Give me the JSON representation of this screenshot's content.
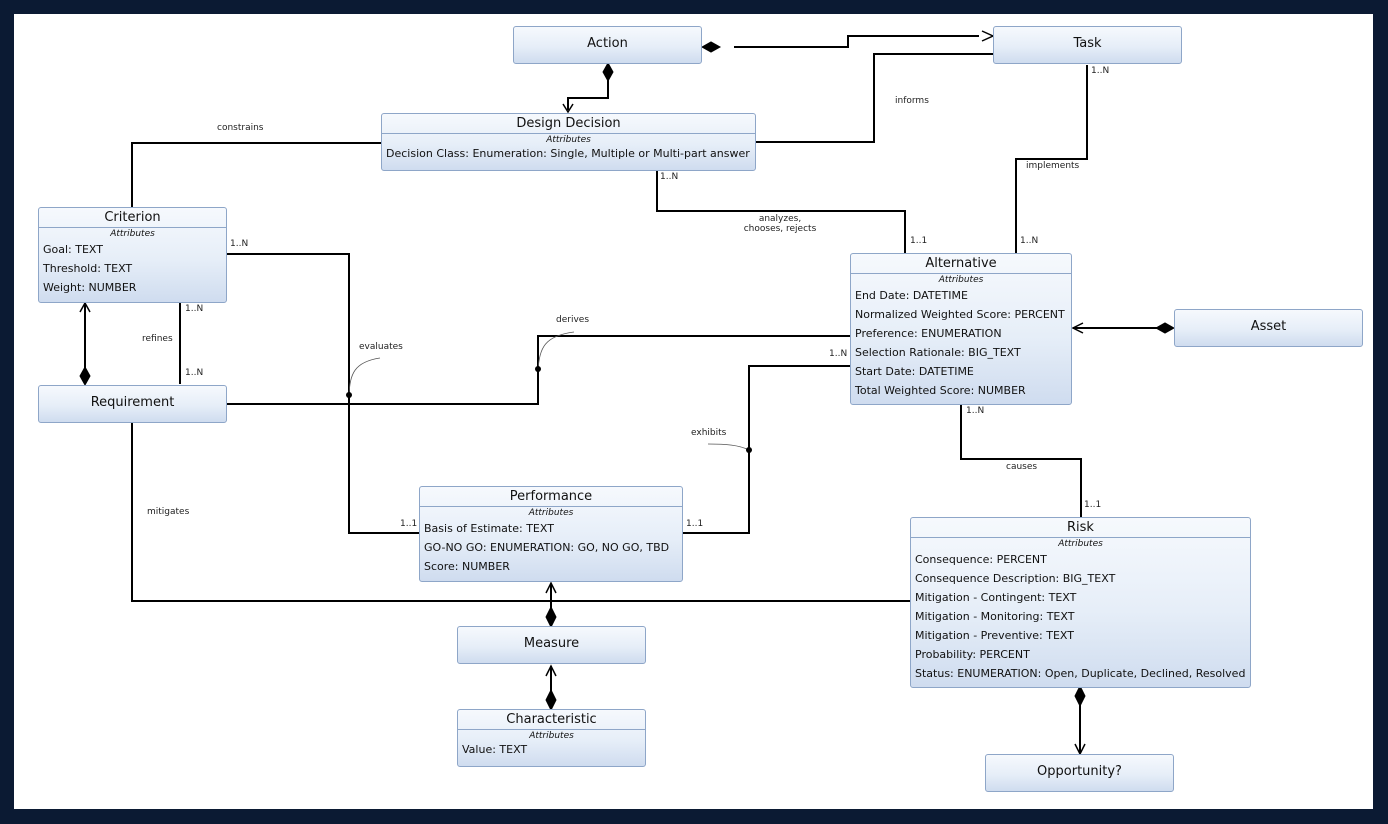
{
  "entities": {
    "action": {
      "name": "Action"
    },
    "task": {
      "name": "Task"
    },
    "design_decision": {
      "name": "Design Decision",
      "attr_header": "Attributes",
      "attrs": [
        "Decision Class: Enumeration: Single, Multiple or Multi-part answer"
      ]
    },
    "criterion": {
      "name": "Criterion",
      "attr_header": "Attributes",
      "attrs": [
        "Goal: TEXT",
        "Threshold: TEXT",
        "Weight: NUMBER"
      ]
    },
    "requirement": {
      "name": "Requirement"
    },
    "alternative": {
      "name": "Alternative",
      "attr_header": "Attributes",
      "attrs": [
        "End Date: DATETIME",
        "Normalized Weighted Score: PERCENT",
        "Preference: ENUMERATION",
        "Selection Rationale: BIG_TEXT",
        "Start Date: DATETIME",
        "Total Weighted Score: NUMBER"
      ]
    },
    "asset": {
      "name": "Asset"
    },
    "performance": {
      "name": "Performance",
      "attr_header": "Attributes",
      "attrs": [
        "Basis of Estimate: TEXT",
        "GO-NO GO: ENUMERATION: GO, NO GO, TBD",
        "Score: NUMBER"
      ]
    },
    "measure": {
      "name": "Measure"
    },
    "characteristic": {
      "name": "Characteristic",
      "attr_header": "Attributes",
      "attrs": [
        "Value: TEXT"
      ]
    },
    "risk": {
      "name": "Risk",
      "attr_header": "Attributes",
      "attrs": [
        "Consequence: PERCENT",
        "Consequence Description: BIG_TEXT",
        "Mitigation - Contingent: TEXT",
        "Mitigation - Monitoring: TEXT",
        "Mitigation - Preventive: TEXT",
        "Probability: PERCENT",
        "Status: ENUMERATION: Open, Duplicate, Declined, Resolved"
      ]
    },
    "opportunity": {
      "name": "Opportunity?"
    }
  },
  "relations": {
    "constrains": "constrains",
    "informs": "informs",
    "implements": "implements",
    "analyzes_1": "analyzes,",
    "analyzes_2": "chooses, rejects",
    "refines": "refines",
    "evaluates": "evaluates",
    "derives": "derives",
    "exhibits": "exhibits",
    "causes": "causes",
    "mitigates": "mitigates"
  },
  "multiplicities": {
    "task_1n": "1..N",
    "dd_1n": "1..N",
    "alt_11": "1..1",
    "alt_1n_top": "1..N",
    "crit_1n_right": "1..N",
    "crit_1n_bottom": "1..N",
    "req_1n_top": "1..N",
    "alt_1n_left": "1..N",
    "alt_1n_bottom": "1..N",
    "perf_11_left": "1..1",
    "perf_11_right": "1..1",
    "risk_11": "1..1"
  }
}
